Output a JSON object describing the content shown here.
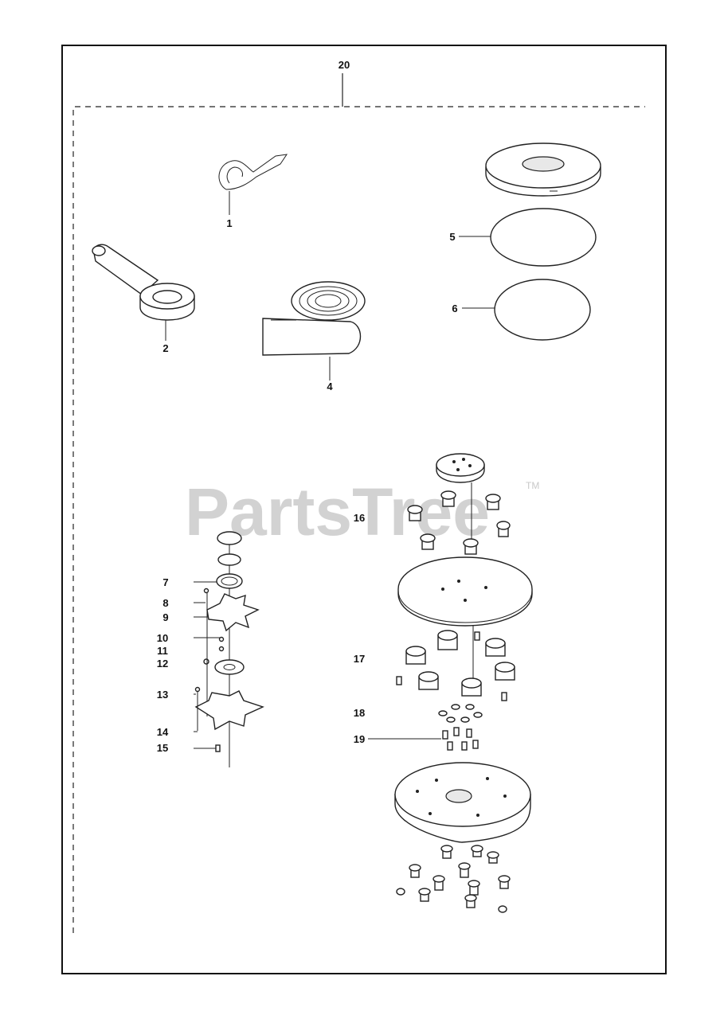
{
  "watermark": {
    "text": "PartsTree",
    "tm": "TM"
  },
  "callouts": {
    "c1": "1",
    "c2": "2",
    "c4": "4",
    "c5": "5",
    "c6": "6",
    "c7": "7",
    "c8": "8",
    "c9": "9",
    "c10": "10",
    "c11": "11",
    "c12": "12",
    "c13": "13",
    "c14": "14",
    "c15": "15",
    "c16": "16",
    "c17": "17",
    "c18": "18",
    "c19": "19",
    "c20": "20"
  },
  "colors": {
    "line": "#222222",
    "watermark": "#d2d2d2",
    "background": "#ffffff"
  }
}
